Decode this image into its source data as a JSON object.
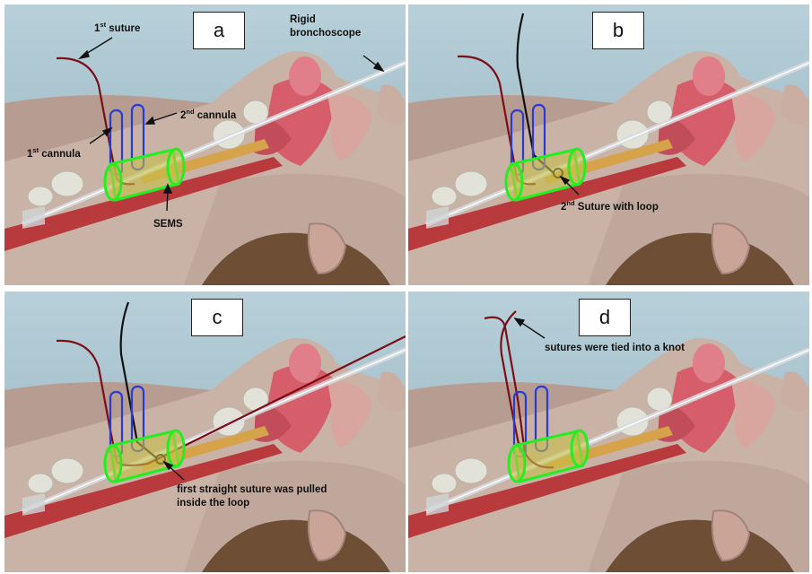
{
  "panels": [
    {
      "letter": "a"
    },
    {
      "letter": "b"
    },
    {
      "letter": "c"
    },
    {
      "letter": "d"
    }
  ],
  "labels": {
    "suture1_num": "1",
    "suture1_sup": "st",
    "suture1_text": " suture",
    "cannula2_num": "2",
    "cannula2_sup": "nd",
    "cannula2_text": " cannula",
    "cannula1_num": "1",
    "cannula1_sup": "st",
    "cannula1_text": " cannula",
    "rigid_line1": "Rigid",
    "rigid_line2": "bronchoscope",
    "sems": "SEMS",
    "suture2_num": "2",
    "suture2_sup": "nd",
    "suture2_text": " Suture with loop",
    "first_straight": "first straight suture was pulled inside the loop",
    "tied": "sutures were tied into a knot"
  },
  "colors": {
    "background_sky": "#a9c3cf",
    "skin": "#c9b2a6",
    "airway": "#d65d6a",
    "trachea_red": "#b93a3c",
    "hair": "#6e4e34",
    "stent_outline": "#22ee22",
    "stent_fill": "#c7c04a",
    "cannula": "#2a3bd0",
    "suture_red": "#7a0f18",
    "suture_black": "#111111",
    "scope": "#d8dde0"
  }
}
